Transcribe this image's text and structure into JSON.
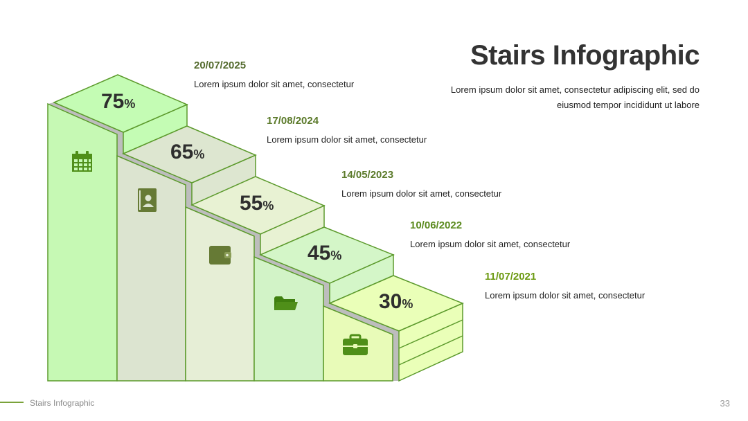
{
  "title": "Stairs Infographic",
  "subtitle": "Lorem ipsum dolor sit amet, consectetur adipiscing elit, sed do eiusmod tempor incididunt ut labore",
  "steps": [
    {
      "percent": "75",
      "unit": "%",
      "date": "20/07/2025",
      "text": "Lorem ipsum dolor sit amet, consectetur",
      "icon": "calendar-icon",
      "front_color": "#c6f9b4",
      "top_color": "#c4fcb4",
      "date_color": "#546b2e"
    },
    {
      "percent": "65",
      "unit": "%",
      "date": "17/08/2024",
      "text": "Lorem ipsum dolor sit amet, consectetur",
      "icon": "contact-book-icon",
      "front_color": "#dce4d0",
      "top_color": "#dde6d0",
      "date_color": "#5b7a2a"
    },
    {
      "percent": "55",
      "unit": "%",
      "date": "14/05/2023",
      "text": "Lorem ipsum dolor sit amet, consectetur",
      "icon": "wallet-icon",
      "front_color": "#e6eed6",
      "top_color": "#e8f2d3",
      "date_color": "#5b7a2a"
    },
    {
      "percent": "45",
      "unit": "%",
      "date": "10/06/2022",
      "text": "Lorem ipsum dolor sit amet, consectetur",
      "icon": "folder-icon",
      "front_color": "#d2f3c7",
      "top_color": "#d4f6c8",
      "date_color": "#5b8a1e"
    },
    {
      "percent": "30",
      "unit": "%",
      "date": "11/07/2021",
      "text": "Lorem ipsum dolor sit amet, consectetur",
      "icon": "briefcase-icon",
      "front_color": "#e8fbb8",
      "top_color": "#eaffb8",
      "date_color": "#6c9a12"
    }
  ],
  "colors": {
    "outline": "#5c9a2c",
    "shadow": "#bdbdbd",
    "icon": "#4f8f19",
    "icon_dark": "#667a35"
  },
  "footer": {
    "label": "Stairs Infographic",
    "page": "33"
  }
}
